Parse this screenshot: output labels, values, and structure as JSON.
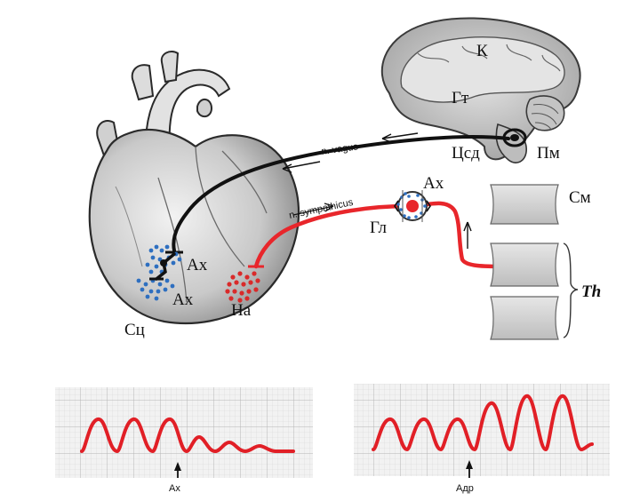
{
  "labels": {
    "cortex": "К",
    "hypothalamus": "Гт",
    "medulla_center": "Цсд",
    "medulla": "Пм",
    "vagus": "n. vagus",
    "sympathicus": "n. sympathicus",
    "ganglion_ach": "Ах",
    "ganglion": "Гл",
    "heart_ach_upper": "Ах",
    "heart_ach_lower": "Ах",
    "noradrenaline": "На",
    "sinus_node": "Сц",
    "spinal_cord": "См",
    "thoracic": "Th",
    "trace_left_marker": "Ах",
    "trace_right_marker": "Адр"
  },
  "colors": {
    "vagus_nerve": "#111111",
    "sympathetic_nerve": "#e8262b",
    "acetylcholine_dots": "#2e6fc0",
    "noradrenaline_dots": "#d92a2a",
    "grid_bg": "#f2f2f2",
    "grid_line": "#c9c9c9",
    "trace": "#e11f26",
    "heart_fill": "#d4d4d4",
    "brain_fill": "#cfcfcf"
  },
  "icons": {
    "heart": "heart-illustration",
    "brain": "brain-sagittal-illustration",
    "ganglion": "ganglion-icon",
    "vertebra": "vertebra-segment-icon",
    "arrow": "up-arrow-icon"
  }
}
